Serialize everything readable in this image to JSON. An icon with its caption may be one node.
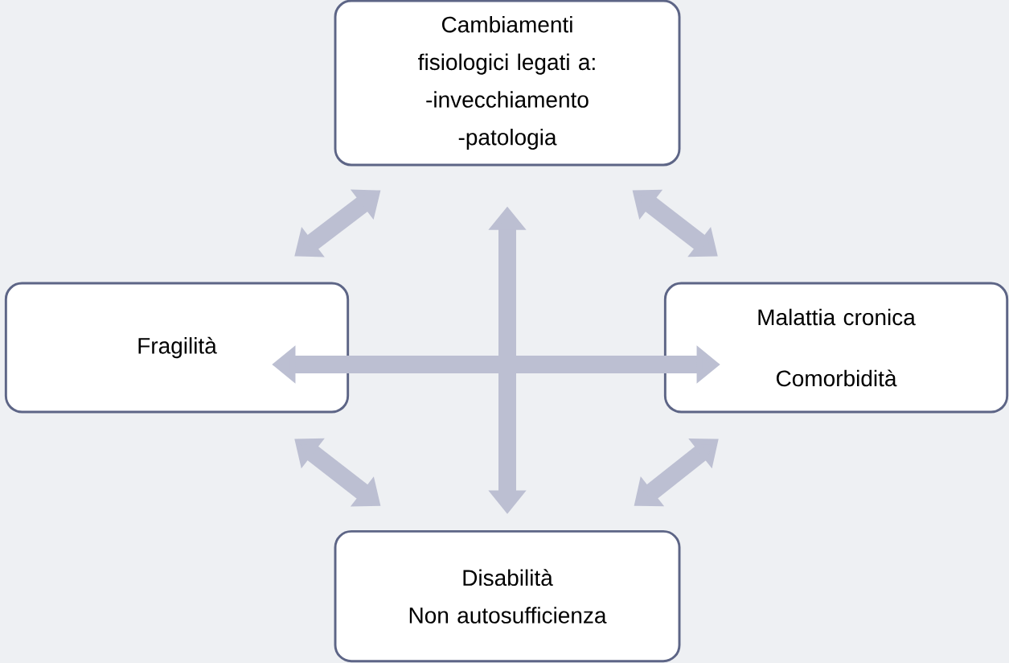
{
  "diagram": {
    "nodes": [
      {
        "text": [
          "Cambiamenti fisiologici legati a:",
          "-invecchiamento",
          "-patologia"
        ]
      },
      {
        "text": [
          "Fragilità"
        ]
      },
      {
        "text": [
          "Malattia cronica",
          "Comorbidità"
        ]
      },
      {
        "text": [
          "Disabilità",
          "Non autosufficienza"
        ]
      }
    ],
    "edges": [
      {
        "from": 0,
        "to": 1,
        "arrow": "both"
      },
      {
        "from": 0,
        "to": 2,
        "arrow": "both"
      },
      {
        "from": 0,
        "to": 3,
        "arrow": "both"
      },
      {
        "from": 1,
        "to": 2,
        "arrow": "both"
      },
      {
        "from": 1,
        "to": 3,
        "arrow": "both"
      },
      {
        "from": 2,
        "to": 3,
        "arrow": "both"
      }
    ]
  }
}
